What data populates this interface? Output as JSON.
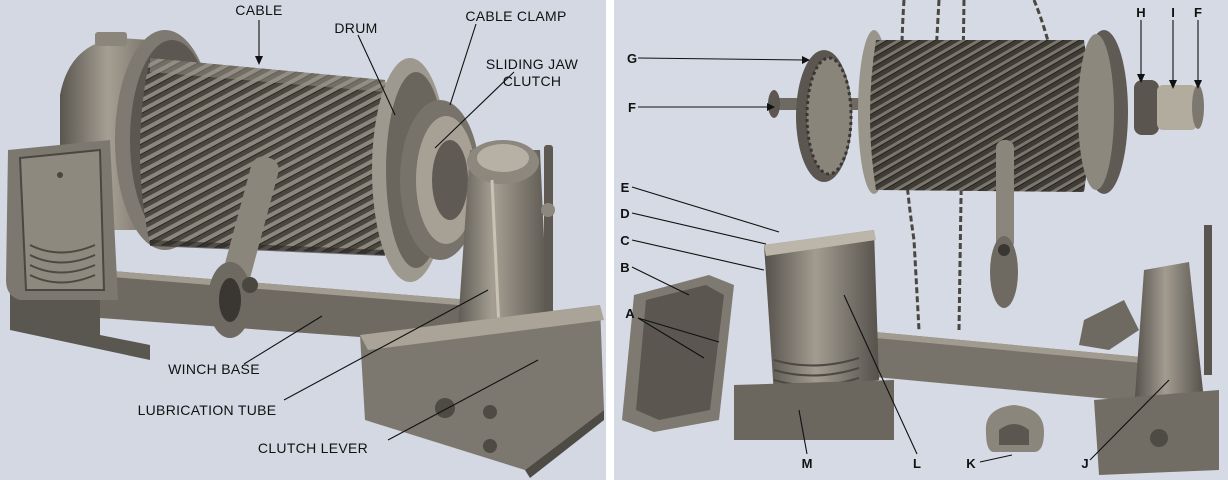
{
  "left_figure": {
    "labels": {
      "cable": "CABLE",
      "drum": "DRUM",
      "cable_clamp": "CABLE CLAMP",
      "sliding_jaw_clutch_line1": "SLIDING JAW",
      "sliding_jaw_clutch_line2": "CLUTCH",
      "winch_base": "WINCH BASE",
      "lubrication_tube": "LUBRICATION TUBE",
      "clutch_lever": "CLUTCH LEVER"
    }
  },
  "right_figure": {
    "callouts": {
      "a": "A",
      "b": "B",
      "c": "C",
      "d": "D",
      "e": "E",
      "f_top": "F",
      "f_left": "F",
      "g": "G",
      "h": "H",
      "i": "I",
      "j": "J",
      "k": "K",
      "l": "L",
      "m": "M"
    }
  },
  "colors": {
    "background": "#d3d8e2",
    "metal_dark": "#3a3a3a",
    "metal_mid": "#7a7670",
    "metal_light": "#b9b4aa",
    "label_ink": "#111111"
  }
}
